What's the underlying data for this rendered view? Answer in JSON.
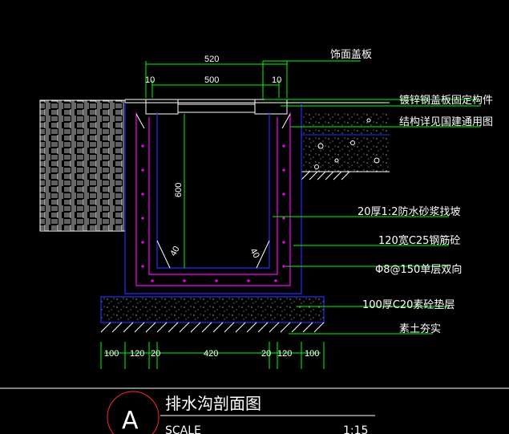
{
  "dimensions": {
    "top_total": "520",
    "top_inner": "500",
    "top_left_edge": "10",
    "top_right_edge": "10",
    "depth": "600",
    "fillet_left": "40",
    "fillet_right": "40",
    "bottom": [
      "100",
      "120",
      "20",
      "420",
      "20",
      "120",
      "100"
    ]
  },
  "labels": {
    "cover_plate": "饰面盖板",
    "galv_fixing": "镀锌钢盖板固定构件",
    "structure_ref": "结构详见国建通用图",
    "waterproof_mortar": "20厚1:2防水砂浆找坡",
    "rc_wall": "120宽C25钢筋砼",
    "rebar": "Φ8@150单层双向",
    "base_concrete": "100厚C20素砼垫层",
    "compacted_soil": "素土夯实"
  },
  "title_block": {
    "symbol": "A",
    "title": "排水沟剖面图",
    "scale_label": "SCALE",
    "scale_value": "1:15"
  },
  "colors": {
    "background": "#000000",
    "linework": "#00ff00",
    "concrete": "#2a2aff",
    "rebar": "#ff00ff",
    "title_circle": "#ff2a2a"
  }
}
